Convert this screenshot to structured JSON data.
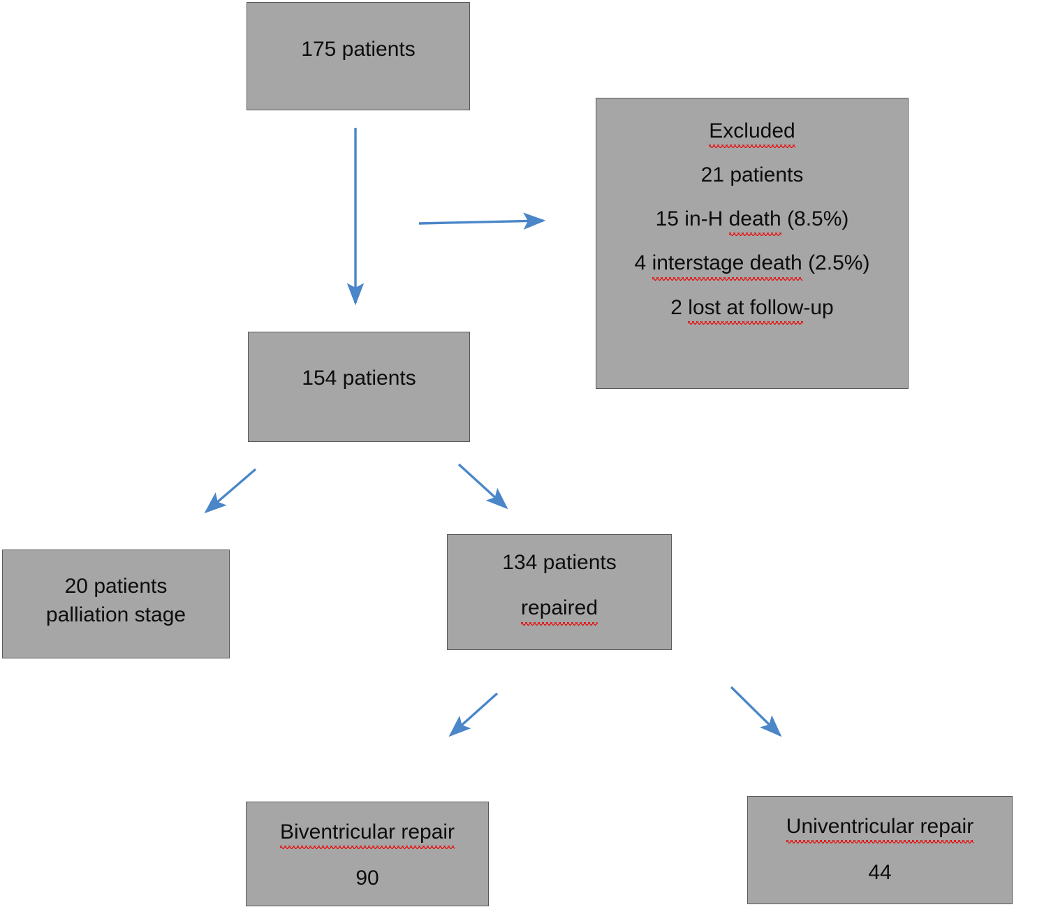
{
  "figure": {
    "type": "flowchart",
    "title": "Patient enrollment flow diagram",
    "colors": {
      "node_fill": "#a6a6a6",
      "node_border": "#595959",
      "arrow": "#4a86c8",
      "text": "#0d0d0d",
      "spellcheck_underline": "#ee0000"
    }
  },
  "nodes": {
    "top": {
      "id": "node-top",
      "lines": [
        {
          "text": "175 patients",
          "misspelled": false
        }
      ]
    },
    "excluded": {
      "id": "node-excluded",
      "lines": [
        {
          "text": "Excluded",
          "misspelled": true
        },
        {
          "text": "21 patients",
          "misspelled": false
        },
        {
          "text": "15 in-H death (8.5%)",
          "misspelled": false
        },
        {
          "text": "4 interstage death (2.5%)",
          "misspelled": false
        },
        {
          "text": "2 lost at follow-up",
          "misspelled": false
        }
      ],
      "line_parts": {
        "l0": {
          "pre": "",
          "bad": "Excluded",
          "post": ""
        },
        "l1": {
          "pre": "21 patients",
          "bad": "",
          "post": ""
        },
        "l2": {
          "pre": "15 in-H ",
          "bad": "death",
          "post": " (8.5%)"
        },
        "l3": {
          "pre": "4 ",
          "bad": "interstage death",
          "post": " (2.5%)"
        },
        "l4": {
          "pre": "2 ",
          "bad": "lost at follow",
          "post": "-up"
        }
      }
    },
    "enrolled": {
      "id": "node-154",
      "lines": [
        {
          "text": "154 patients",
          "misspelled": false
        }
      ]
    },
    "palliation": {
      "id": "node-20",
      "lines": [
        {
          "text": "20 patients",
          "misspelled": false
        },
        {
          "text": "palliation stage",
          "misspelled": false
        }
      ]
    },
    "repaired": {
      "id": "node-134",
      "lines": [
        {
          "text": "134 patients",
          "misspelled": false
        },
        {
          "text": "repaired",
          "misspelled": true
        }
      ]
    },
    "biventricular": {
      "id": "node-biv",
      "lines": [
        {
          "text": "Biventricular repair",
          "misspelled": true
        },
        {
          "text": "90",
          "misspelled": false
        }
      ]
    },
    "univentricular": {
      "id": "node-uni",
      "lines": [
        {
          "text": "Univentricular repair",
          "misspelled": true
        },
        {
          "text": "44",
          "misspelled": false
        }
      ]
    }
  },
  "edges": [
    {
      "name": "top-to-enrolled",
      "from": "175 patients",
      "to": "154 patients",
      "direction": "down"
    },
    {
      "name": "top-to-excluded",
      "from": "175 patients",
      "to": "Excluded",
      "direction": "right"
    },
    {
      "name": "enrolled-to-palliation",
      "from": "154 patients",
      "to": "20 patients",
      "direction": "down-left"
    },
    {
      "name": "enrolled-to-repaired",
      "from": "154 patients",
      "to": "134 patients",
      "direction": "down-right"
    },
    {
      "name": "repaired-to-biv",
      "from": "134 patients",
      "to": "Biventricular repair",
      "direction": "down-left"
    },
    {
      "name": "repaired-to-uni",
      "from": "134 patients",
      "to": "Univentricular repair",
      "direction": "down-right"
    }
  ]
}
